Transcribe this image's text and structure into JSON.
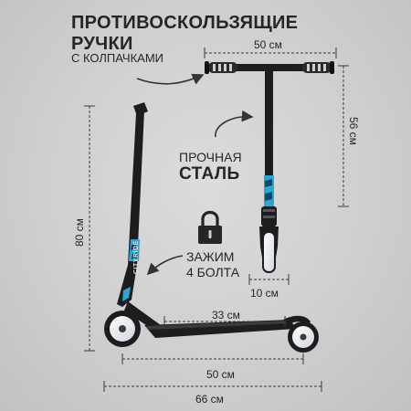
{
  "headline": {
    "line1": "ПРОТИВОСКОЛЬЗЯЩИЕ",
    "line2": "РУЧКИ",
    "line3": "С КОЛПАЧКАМИ"
  },
  "steel": {
    "line1": "ПРОЧНАЯ",
    "line2": "СТАЛЬ"
  },
  "clamp": {
    "line1": "ЗАЖИМ",
    "line2": "4 БОЛТА",
    "icon": "padlock-icon"
  },
  "dimensions": {
    "bar_width": "50 см",
    "bar_height": "56 см",
    "fork_width": "10 см",
    "total_height": "80 см",
    "deck_length": "33 см",
    "wheelbase": "50 см",
    "total_length": "66 см"
  },
  "brand": "CITYRIDE",
  "colors": {
    "frame": "#1d1d1f",
    "accent": "#2aa6d6",
    "guide_line": "#3a3a3a",
    "text": "#262626"
  }
}
